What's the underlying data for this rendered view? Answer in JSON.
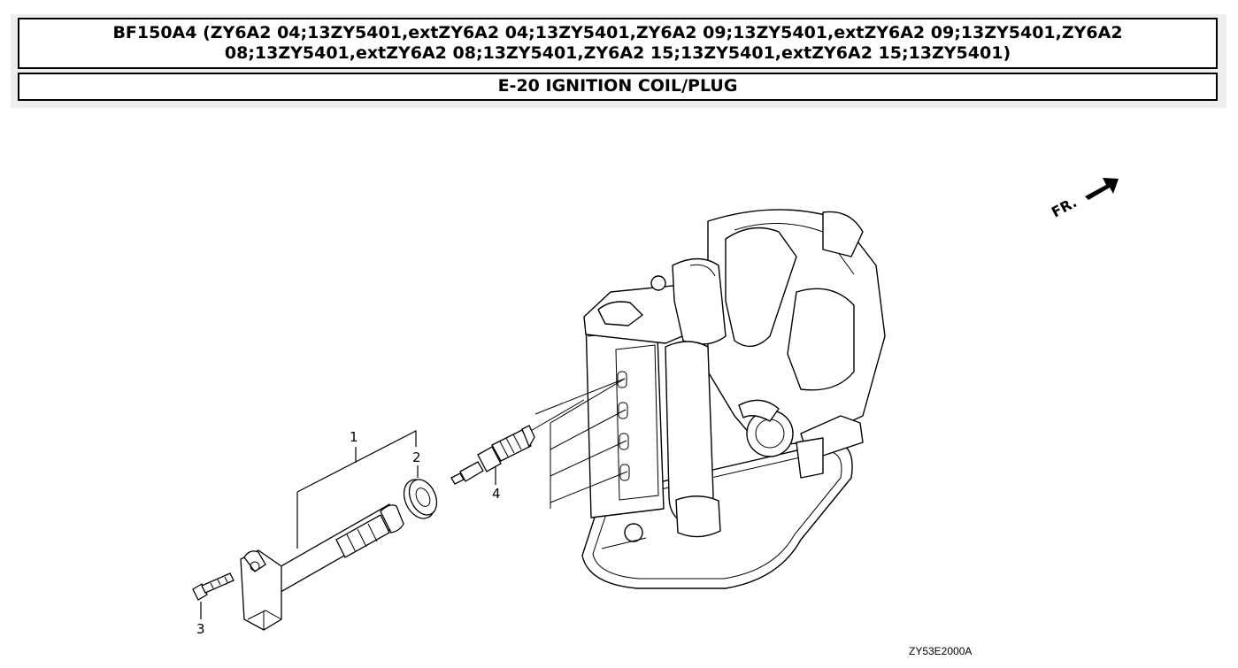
{
  "header": {
    "model_line1": "BF150A4 (ZY6A2 04;13ZY5401,extZY6A2 04;13ZY5401,ZY6A2 09;13ZY5401,extZY6A2 09;13ZY5401,ZY6A2",
    "model_line2": "08;13ZY5401,extZY6A2 08;13ZY5401,ZY6A2 15;13ZY5401,extZY6A2 15;13ZY5401)",
    "section_title": "E-20 IGNITION COIL/PLUG"
  },
  "diagram": {
    "callouts": [
      "1",
      "2",
      "3",
      "4"
    ],
    "front_marker": "FR.",
    "drawing_code": "ZY53E2000A",
    "icons": [
      "front-direction-arrow-icon"
    ]
  }
}
